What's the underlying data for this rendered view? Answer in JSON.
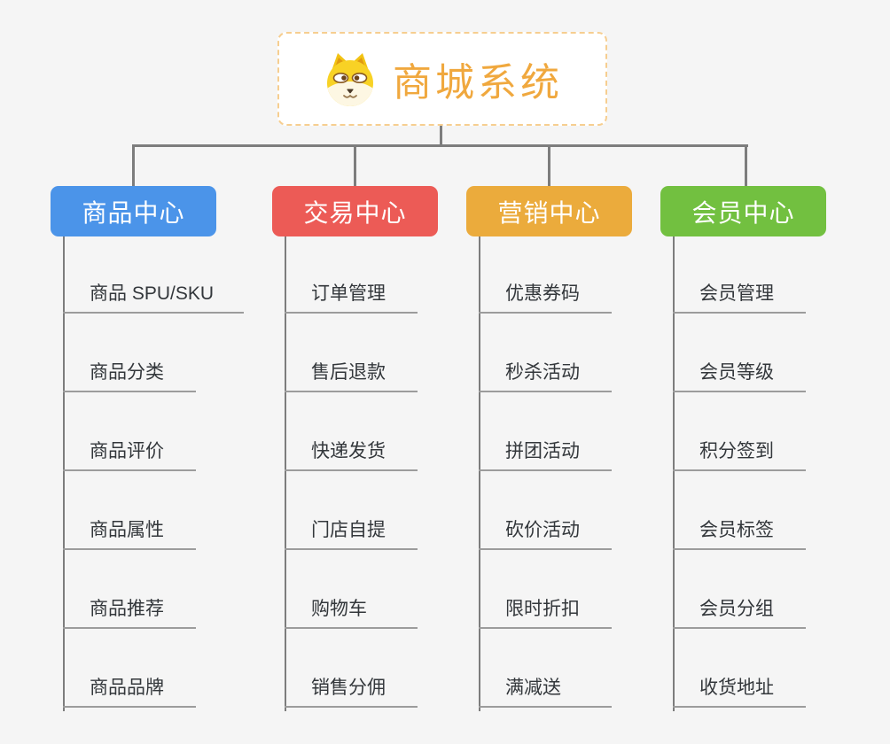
{
  "colors": {
    "bg": "#F5F5F5",
    "nodeBg": "#FFFFFF",
    "line": "#7D7D7D",
    "lineLight": "#9C9C9C",
    "rootAccent": "#F0A83E",
    "rootBorder": "#F6CE90",
    "branchText": "#FFFFFF",
    "leafText": "#33373B"
  },
  "root": {
    "title": "商城系统",
    "icon": "shiba-dog"
  },
  "branches": [
    {
      "label": "商品中心",
      "color": "#4B94E9",
      "items": [
        "商品 SPU/SKU",
        "商品分类",
        "商品评价",
        "商品属性",
        "商品推荐",
        "商品品牌"
      ]
    },
    {
      "label": "交易中心",
      "color": "#EC5B56",
      "items": [
        "订单管理",
        "售后退款",
        "快递发货",
        "门店自提",
        "购物车",
        "销售分佣"
      ]
    },
    {
      "label": "营销中心",
      "color": "#EBAB3C",
      "items": [
        "优惠券码",
        "秒杀活动",
        "拼团活动",
        "砍价活动",
        "限时折扣",
        "满减送"
      ]
    },
    {
      "label": "会员中心",
      "color": "#72C040",
      "items": [
        "会员管理",
        "会员等级",
        "积分签到",
        "会员标签",
        "会员分组",
        "收货地址"
      ]
    }
  ]
}
